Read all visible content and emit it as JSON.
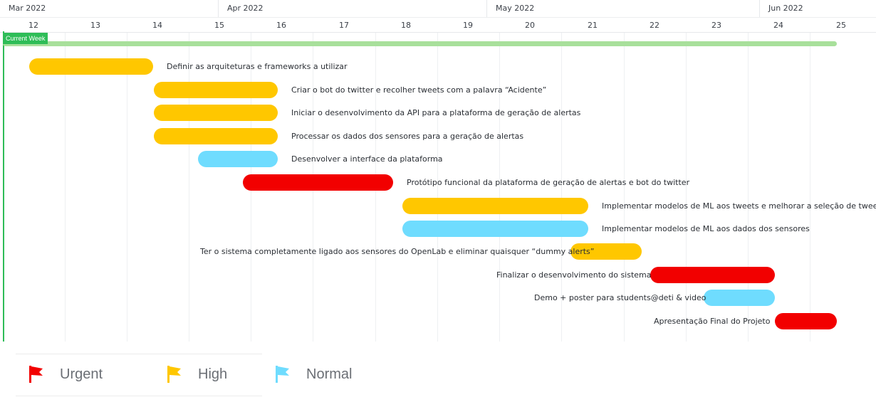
{
  "colors": {
    "urgent": "#f20000",
    "high": "#ffc700",
    "normal": "#6fdcfe",
    "today": "#2ebd57",
    "current_week_bar": "#a8e09b"
  },
  "header": {
    "months": [
      "Mar 2022",
      "Apr 2022",
      "May 2022",
      "Jun 2022"
    ],
    "weeks": [
      "12",
      "13",
      "14",
      "15",
      "16",
      "17",
      "18",
      "19",
      "20",
      "21",
      "22",
      "23",
      "24",
      "25"
    ]
  },
  "today_badge": "Current Week",
  "tasks": [
    {
      "label": "Definir as arquiteturas e frameworks a utilizar",
      "priority": "high"
    },
    {
      "label": "Criar o bot do twitter e recolher tweets com a palavra “Acidente”",
      "priority": "high"
    },
    {
      "label": "Iniciar o desenvolvimento da API para a plataforma de geração de alertas",
      "priority": "high"
    },
    {
      "label": "Processar os dados dos sensores para a geração de alertas",
      "priority": "high"
    },
    {
      "label": "Desenvolver a interface da plataforma",
      "priority": "normal"
    },
    {
      "label": "Protótipo funcional da plataforma de geração de alertas e bot do twitter",
      "priority": "urgent"
    },
    {
      "label": "Implementar modelos de ML aos tweets e melhorar a seleção de tweets",
      "priority": "high"
    },
    {
      "label": "Implementar modelos de ML aos dados dos sensores",
      "priority": "normal"
    },
    {
      "label": "Ter o sistema completamente ligado aos sensores do OpenLab e eliminar quaisquer “dummy alerts”",
      "priority": "high"
    },
    {
      "label": "Finalizar o desenvolvimento do sistema",
      "priority": "urgent"
    },
    {
      "label": "Demo + poster para students@deti & video",
      "priority": "normal"
    },
    {
      "label": "Apresentação Final do Projeto",
      "priority": "urgent"
    }
  ],
  "legend": [
    {
      "label": "Urgent",
      "icon": "red-flag-icon"
    },
    {
      "label": "High",
      "icon": "yellow-flag-icon"
    },
    {
      "label": "Normal",
      "icon": "blue-flag-icon"
    }
  ]
}
